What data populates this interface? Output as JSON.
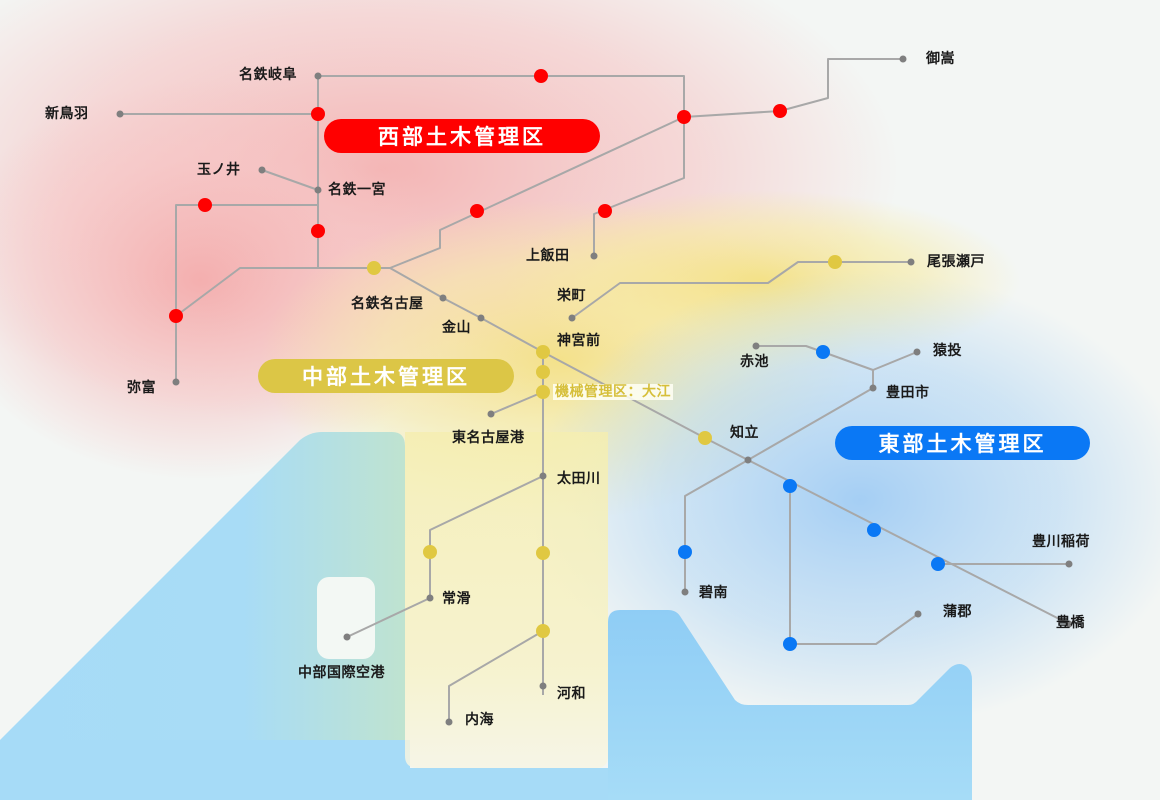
{
  "colors": {
    "west": "#ff0000",
    "central": "#e0c842",
    "east": "#0a78f5",
    "line": "#a8a8a8",
    "station_dot": "#7f7f7f",
    "sea": "#a6dbf7",
    "land_peninsula": "#f6f4df"
  },
  "regions": {
    "west": {
      "label": "西部土木管理区"
    },
    "central": {
      "label": "中部土木管理区"
    },
    "east": {
      "label": "東部土木管理区"
    }
  },
  "facility": {
    "label": "機械管理区：大江"
  },
  "stations": [
    {
      "id": "meitetsu-gifu",
      "label": "名鉄岐阜"
    },
    {
      "id": "shin-ubaba",
      "label": "新鳥羽"
    },
    {
      "id": "tamanoi",
      "label": "玉ノ井"
    },
    {
      "id": "meitetsu-ichinomiya",
      "label": "名鉄一宮"
    },
    {
      "id": "mitake",
      "label": "御嵩"
    },
    {
      "id": "kamiiida",
      "label": "上飯田"
    },
    {
      "id": "yatomi",
      "label": "弥富"
    },
    {
      "id": "meitetsu-nagoya",
      "label": "名鉄名古屋"
    },
    {
      "id": "kanayama",
      "label": "金山"
    },
    {
      "id": "sakaemachi",
      "label": "栄町"
    },
    {
      "id": "jingu-mae",
      "label": "神宮前"
    },
    {
      "id": "owari-seto",
      "label": "尾張瀬戸"
    },
    {
      "id": "higashi-nagoya-ko",
      "label": "東名古屋港"
    },
    {
      "id": "otagawa",
      "label": "太田川"
    },
    {
      "id": "tokoname",
      "label": "常滑"
    },
    {
      "id": "chubu-airport",
      "label": "中部国際空港"
    },
    {
      "id": "kowa",
      "label": "河和"
    },
    {
      "id": "utsumi",
      "label": "内海"
    },
    {
      "id": "akaike",
      "label": "赤池"
    },
    {
      "id": "sanage",
      "label": "猿投"
    },
    {
      "id": "toyotashi",
      "label": "豊田市"
    },
    {
      "id": "chiryu",
      "label": "知立"
    },
    {
      "id": "hekinan",
      "label": "碧南"
    },
    {
      "id": "toyokawa-inari",
      "label": "豊川稲荷"
    },
    {
      "id": "gamagori",
      "label": "蒲郡"
    },
    {
      "id": "toyohashi",
      "label": "豊橋"
    }
  ]
}
